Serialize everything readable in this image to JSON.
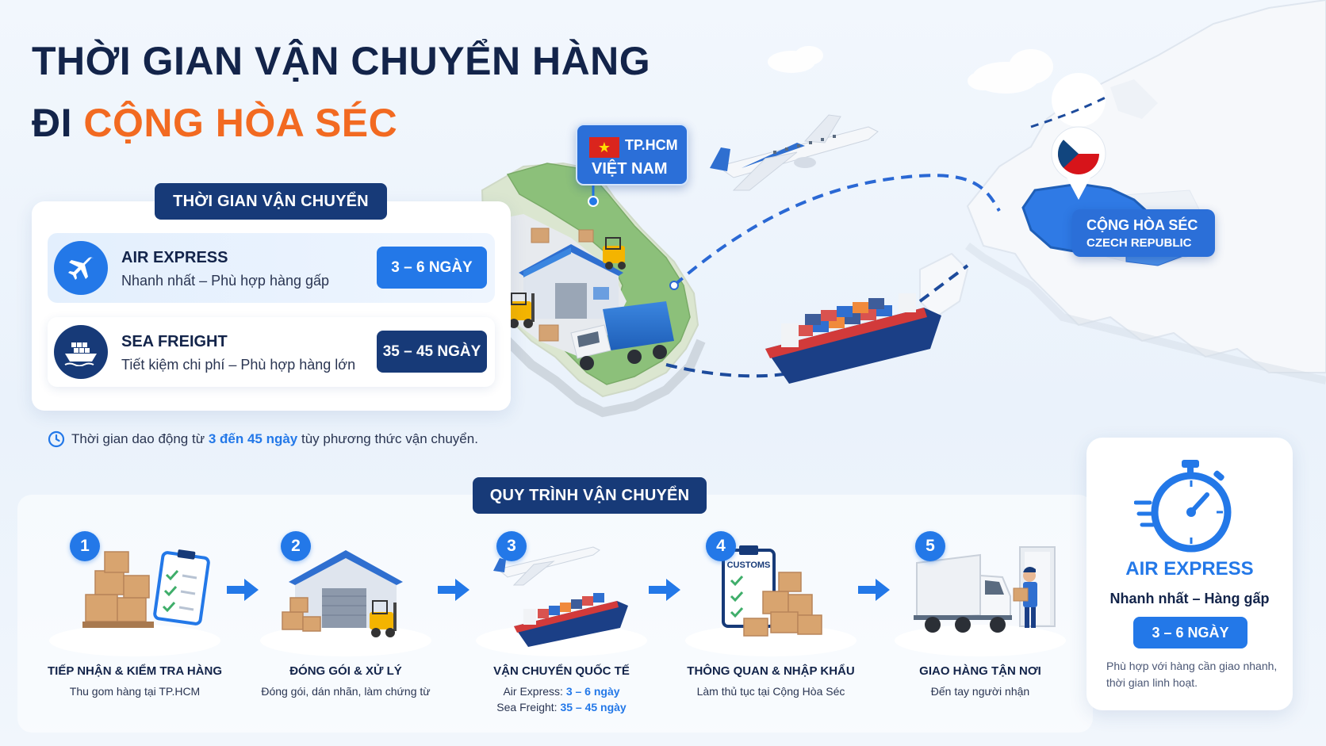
{
  "title": {
    "line1": "THỜI GIAN VẬN CHUYỂN HÀNG",
    "line2_prefix": "ĐI",
    "line2_accent": "CỘNG HÒA SÉC"
  },
  "transit": {
    "badge": "THỜI GIAN VẬN CHUYỂN",
    "modes": [
      {
        "name": "AIR EXPRESS",
        "desc": "Nhanh nhất – Phù hợp hàng gấp",
        "days": "3 – 6 NGÀY",
        "icon": "airplane-icon"
      },
      {
        "name": "SEA FREIGHT",
        "desc": "Tiết kiệm chi phí – Phù hợp hàng lớn",
        "days": "35 – 45 NGÀY",
        "icon": "ship-icon"
      }
    ],
    "note_prefix": "Thời gian dao động từ",
    "note_highlight": "3 đến 45 ngày",
    "note_suffix": "tùy phương thức vận chuyển."
  },
  "map": {
    "origin_city": "TP.HCM",
    "origin_country": "VIỆT NAM",
    "dest_line1": "CỘNG HÒA SÉC",
    "dest_line2": "CZECH REPUBLIC"
  },
  "process": {
    "badge": "QUY TRÌNH VẬN CHUYỂN",
    "steps": [
      {
        "num": "1",
        "title": "TIẾP NHẬN & KIỂM TRA HÀNG",
        "sub": "Thu gom hàng tại TP.HCM"
      },
      {
        "num": "2",
        "title": "ĐÓNG GÓI & XỬ LÝ",
        "sub": "Đóng gói, dán nhãn, làm chứng từ"
      },
      {
        "num": "3",
        "title": "VẬN CHUYỂN QUỐC TẾ",
        "air_label": "Air Express:",
        "air_value": "3 – 6 ngày",
        "sea_label": "Sea Freight:",
        "sea_value": "35 – 45 ngày"
      },
      {
        "num": "4",
        "title": "THÔNG QUAN & NHẬP KHẨU",
        "sub": "Làm thủ tục tại Cộng Hòa Séc",
        "stamp": "CUSTOMS"
      },
      {
        "num": "5",
        "title": "GIAO HÀNG TẬN NƠI",
        "sub": "Đến tay người nhận"
      }
    ]
  },
  "card": {
    "title": "AIR EXPRESS",
    "sub": "Nhanh nhất – Hàng gấp",
    "days": "3 – 6 NGÀY",
    "note": "Phù hợp với hàng cần giao nhanh, thời gian linh hoạt."
  },
  "colors": {
    "navy": "#173a78",
    "blue": "#2378e8",
    "orange": "#f26a21",
    "text": "#13244a"
  }
}
